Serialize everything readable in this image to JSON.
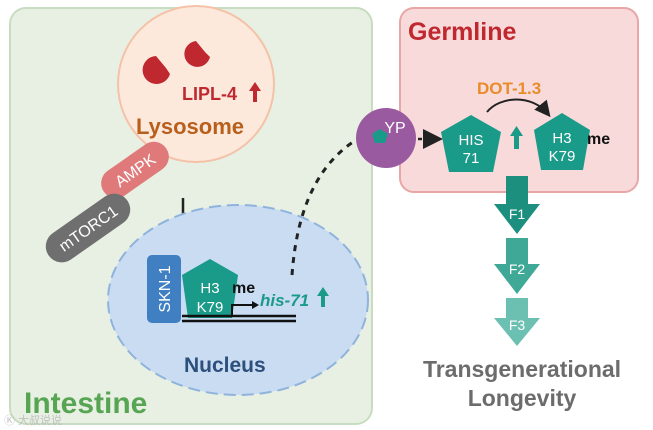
{
  "colors": {
    "intestine_bg": "#e7f0e2",
    "intestine_border": "#c7dcc0",
    "germline_bg": "#f9dada",
    "germline_border": "#e8a6a6",
    "lysosome_fill": "#fde9dc",
    "lysosome_border": "#f4c2a8",
    "nucleus_fill": "#c9dcf2",
    "teal": "#1a9a88",
    "teal_light": "#4fb9ab",
    "red": "#c0282f",
    "orange_brown": "#b85f1c",
    "dot_orange": "#e88c2a",
    "green_text": "#57a453",
    "navy_text": "#2c4f7c",
    "gray_text": "#6c6c6c",
    "ampk": "#e07a7a",
    "mtorc1": "#6f6f6f",
    "skn1": "#3f7fc2",
    "yp": "#9a5aa0"
  },
  "intestine": {
    "label": "Intestine",
    "lysosome": {
      "label": "Lysosome",
      "lipl4": "LIPL-4"
    },
    "ampk": "AMPK",
    "mtorc1": "mTORC1",
    "nucleus": {
      "label": "Nucleus",
      "skn1": "SKN-1",
      "h3": "H3",
      "k79": "K79",
      "me": "me",
      "gene": "his-71"
    }
  },
  "yp": "YP",
  "germline": {
    "label": "Germline",
    "enzyme": "DOT-1.3",
    "his_line1": "HIS",
    "his_line2": "71",
    "h3": "H3",
    "k79": "K79",
    "me": "me"
  },
  "generations": [
    "F1",
    "F2",
    "F3"
  ],
  "outcome": {
    "line1": "Transgenerational",
    "line2": "Longevity"
  },
  "watermark": "Ⓚ 大叔说说"
}
